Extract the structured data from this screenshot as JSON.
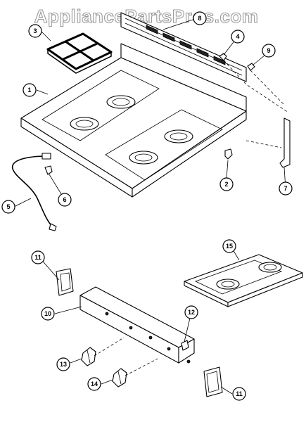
{
  "watermark": "AppliancePartsPros.com",
  "callouts": [
    {
      "label": "1"
    },
    {
      "label": "2"
    },
    {
      "label": "3"
    },
    {
      "label": "4"
    },
    {
      "label": "5"
    },
    {
      "label": "6"
    },
    {
      "label": "7"
    },
    {
      "label": "8"
    },
    {
      "label": "9"
    },
    {
      "label": "10"
    },
    {
      "label": "11"
    },
    {
      "label": "12"
    },
    {
      "label": "13"
    },
    {
      "label": "14"
    },
    {
      "label": "15"
    },
    {
      "label": "11"
    }
  ]
}
